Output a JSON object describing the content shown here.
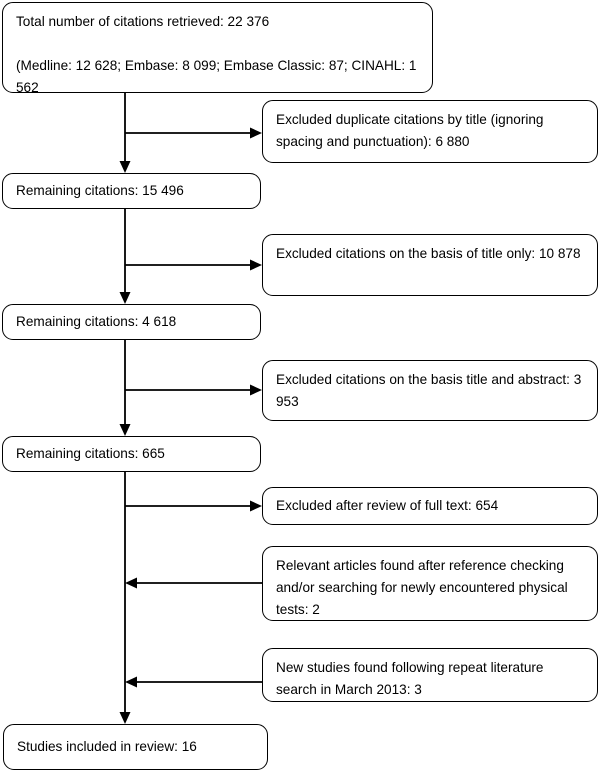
{
  "chart_data": {
    "type": "diagram",
    "title": "PRISMA-style study selection flow diagram",
    "nodes": [
      {
        "id": "total-citations",
        "text": "Total number of citations retrieved: 22 376\n\n(Medline: 12 628; Embase: 8 099; Embase Classic: 87; CINAHL: 1 562",
        "column": "left",
        "value": 22376
      },
      {
        "id": "excluded-duplicates",
        "text": "Excluded duplicate citations by title (ignoring spacing and punctuation): 6 880",
        "column": "right",
        "value": 6880
      },
      {
        "id": "remaining-15496",
        "text": "Remaining citations: 15 496",
        "column": "left",
        "value": 15496
      },
      {
        "id": "excluded-title-only",
        "text": "Excluded citations on the basis of title only: 10 878",
        "column": "right",
        "value": 10878
      },
      {
        "id": "remaining-4618",
        "text": "Remaining citations: 4 618",
        "column": "left",
        "value": 4618
      },
      {
        "id": "excluded-title-abstract",
        "text": "Excluded citations on the basis title and abstract: 3 953",
        "column": "right",
        "value": 3953
      },
      {
        "id": "remaining-665",
        "text": "Remaining citations: 665",
        "column": "left",
        "value": 665
      },
      {
        "id": "excluded-full-text",
        "text": "Excluded after review of full text: 654",
        "column": "right",
        "value": 654
      },
      {
        "id": "relevant-reference-checking",
        "text": "Relevant articles found after reference checking and/or searching for newly encountered physical tests: 2",
        "column": "right",
        "value": 2
      },
      {
        "id": "new-studies-repeat-search",
        "text": "New studies found following repeat literature search in March 2013: 3",
        "column": "right",
        "value": 3
      },
      {
        "id": "studies-included",
        "text": "Studies included in review: 16",
        "column": "left",
        "value": 16
      }
    ],
    "edges": [
      {
        "from": "total-citations",
        "to": "excluded-duplicates",
        "direction": "right"
      },
      {
        "from": "total-citations",
        "to": "remaining-15496",
        "direction": "down"
      },
      {
        "from": "remaining-15496",
        "to": "excluded-title-only",
        "direction": "right"
      },
      {
        "from": "remaining-15496",
        "to": "remaining-4618",
        "direction": "down"
      },
      {
        "from": "remaining-4618",
        "to": "excluded-title-abstract",
        "direction": "right"
      },
      {
        "from": "remaining-4618",
        "to": "remaining-665",
        "direction": "down"
      },
      {
        "from": "remaining-665",
        "to": "excluded-full-text",
        "direction": "right"
      },
      {
        "from": "relevant-reference-checking",
        "to": "trunk",
        "direction": "left"
      },
      {
        "from": "new-studies-repeat-search",
        "to": "trunk",
        "direction": "left"
      },
      {
        "from": "remaining-665",
        "to": "studies-included",
        "direction": "down"
      }
    ],
    "colors": {
      "stroke": "#000000",
      "background": "#ffffff",
      "text": "#000000"
    }
  }
}
